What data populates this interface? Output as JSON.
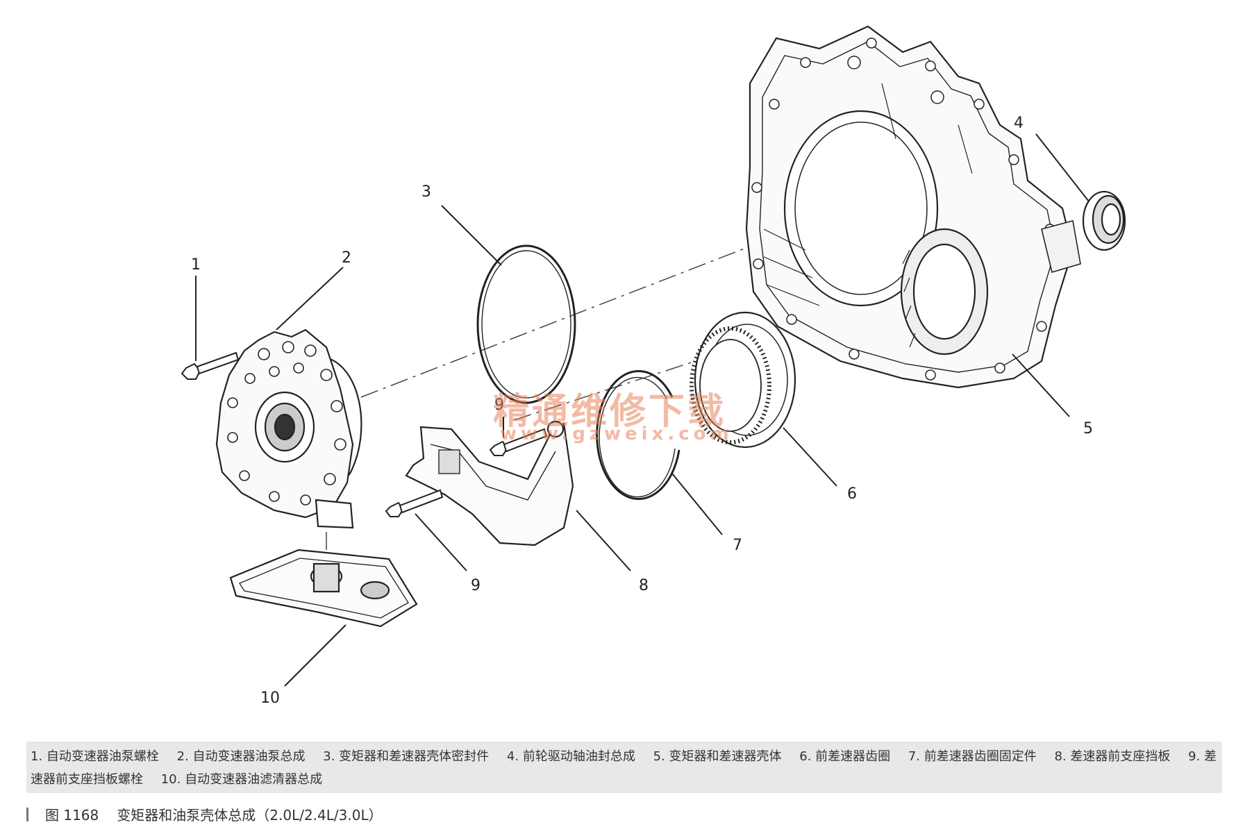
{
  "callouts": [
    "1",
    "2",
    "3",
    "4",
    "5",
    "6",
    "7",
    "8",
    "9",
    "9",
    "10"
  ],
  "watermark": {
    "text": "精通维修下载",
    "url": "www.gzweix.com"
  },
  "legend": [
    "1. 自动变速器油泵螺栓",
    "2. 自动变速器油泵总成",
    "3. 变矩器和差速器壳体密封件",
    "4. 前轮驱动轴油封总成",
    "5. 变矩器和差速器壳体",
    "6. 前差速器齿圈",
    "7. 前差速器齿圈固定件",
    "8. 差速器前支座挡板",
    "9. 差速器前支座挡板螺栓",
    "10. 自动变速器油滤清器总成"
  ],
  "caption": {
    "figure": "图 1168",
    "title": "变矩器和油泵壳体总成（2.0L/2.4L/3.0L）"
  }
}
